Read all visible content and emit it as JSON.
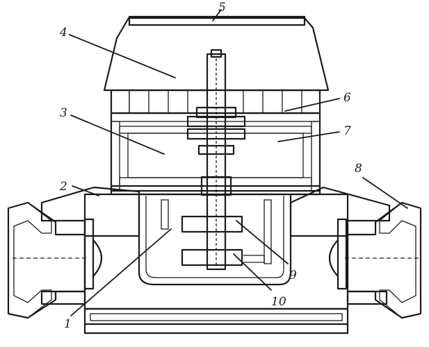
{
  "figure": {
    "callouts": [
      {
        "id": "1",
        "label": "1"
      },
      {
        "id": "2",
        "label": "2"
      },
      {
        "id": "3",
        "label": "3"
      },
      {
        "id": "4",
        "label": "4"
      },
      {
        "id": "5",
        "label": "5"
      },
      {
        "id": "6",
        "label": "6"
      },
      {
        "id": "7",
        "label": "7"
      },
      {
        "id": "8",
        "label": "8"
      },
      {
        "id": "9",
        "label": "9"
      },
      {
        "id": "10",
        "label": "10"
      }
    ]
  },
  "colors": {
    "ink": "#1a1a1a",
    "paper": "#ffffff"
  }
}
